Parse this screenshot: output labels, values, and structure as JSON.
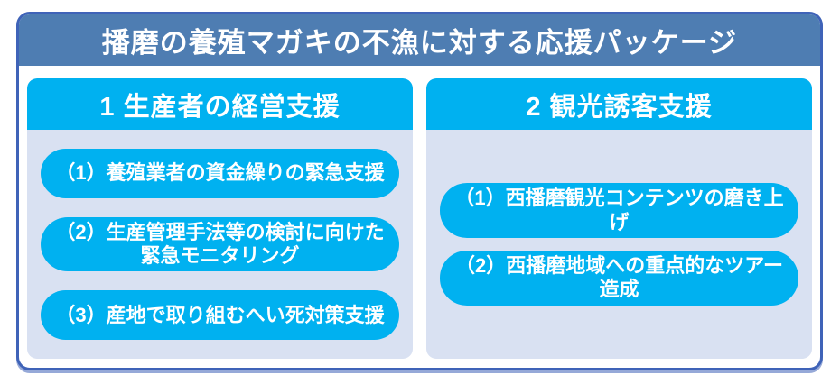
{
  "title": "播磨の養殖マガキの不漁に対する応援パッケージ",
  "colors": {
    "banner_bg": "#4E7DB2",
    "accent_cyan": "#00B1F0",
    "panel_bg": "#D9E1F2",
    "card_border": "#3F63B8",
    "text": "#FFFFFF"
  },
  "sections": [
    {
      "heading": "1 生産者の経営支援",
      "items": [
        "（1）養殖業者の資金繰りの緊急支援",
        "（2）生産管理手法等の検討に向けた\n緊急モニタリング",
        "（3）産地で取り組むへい死対策支援"
      ]
    },
    {
      "heading": "2 観光誘客支援",
      "items": [
        "（1）西播磨観光コンテンツの磨き上げ",
        "（2）西播磨地域への重点的なツアー造成"
      ]
    }
  ]
}
